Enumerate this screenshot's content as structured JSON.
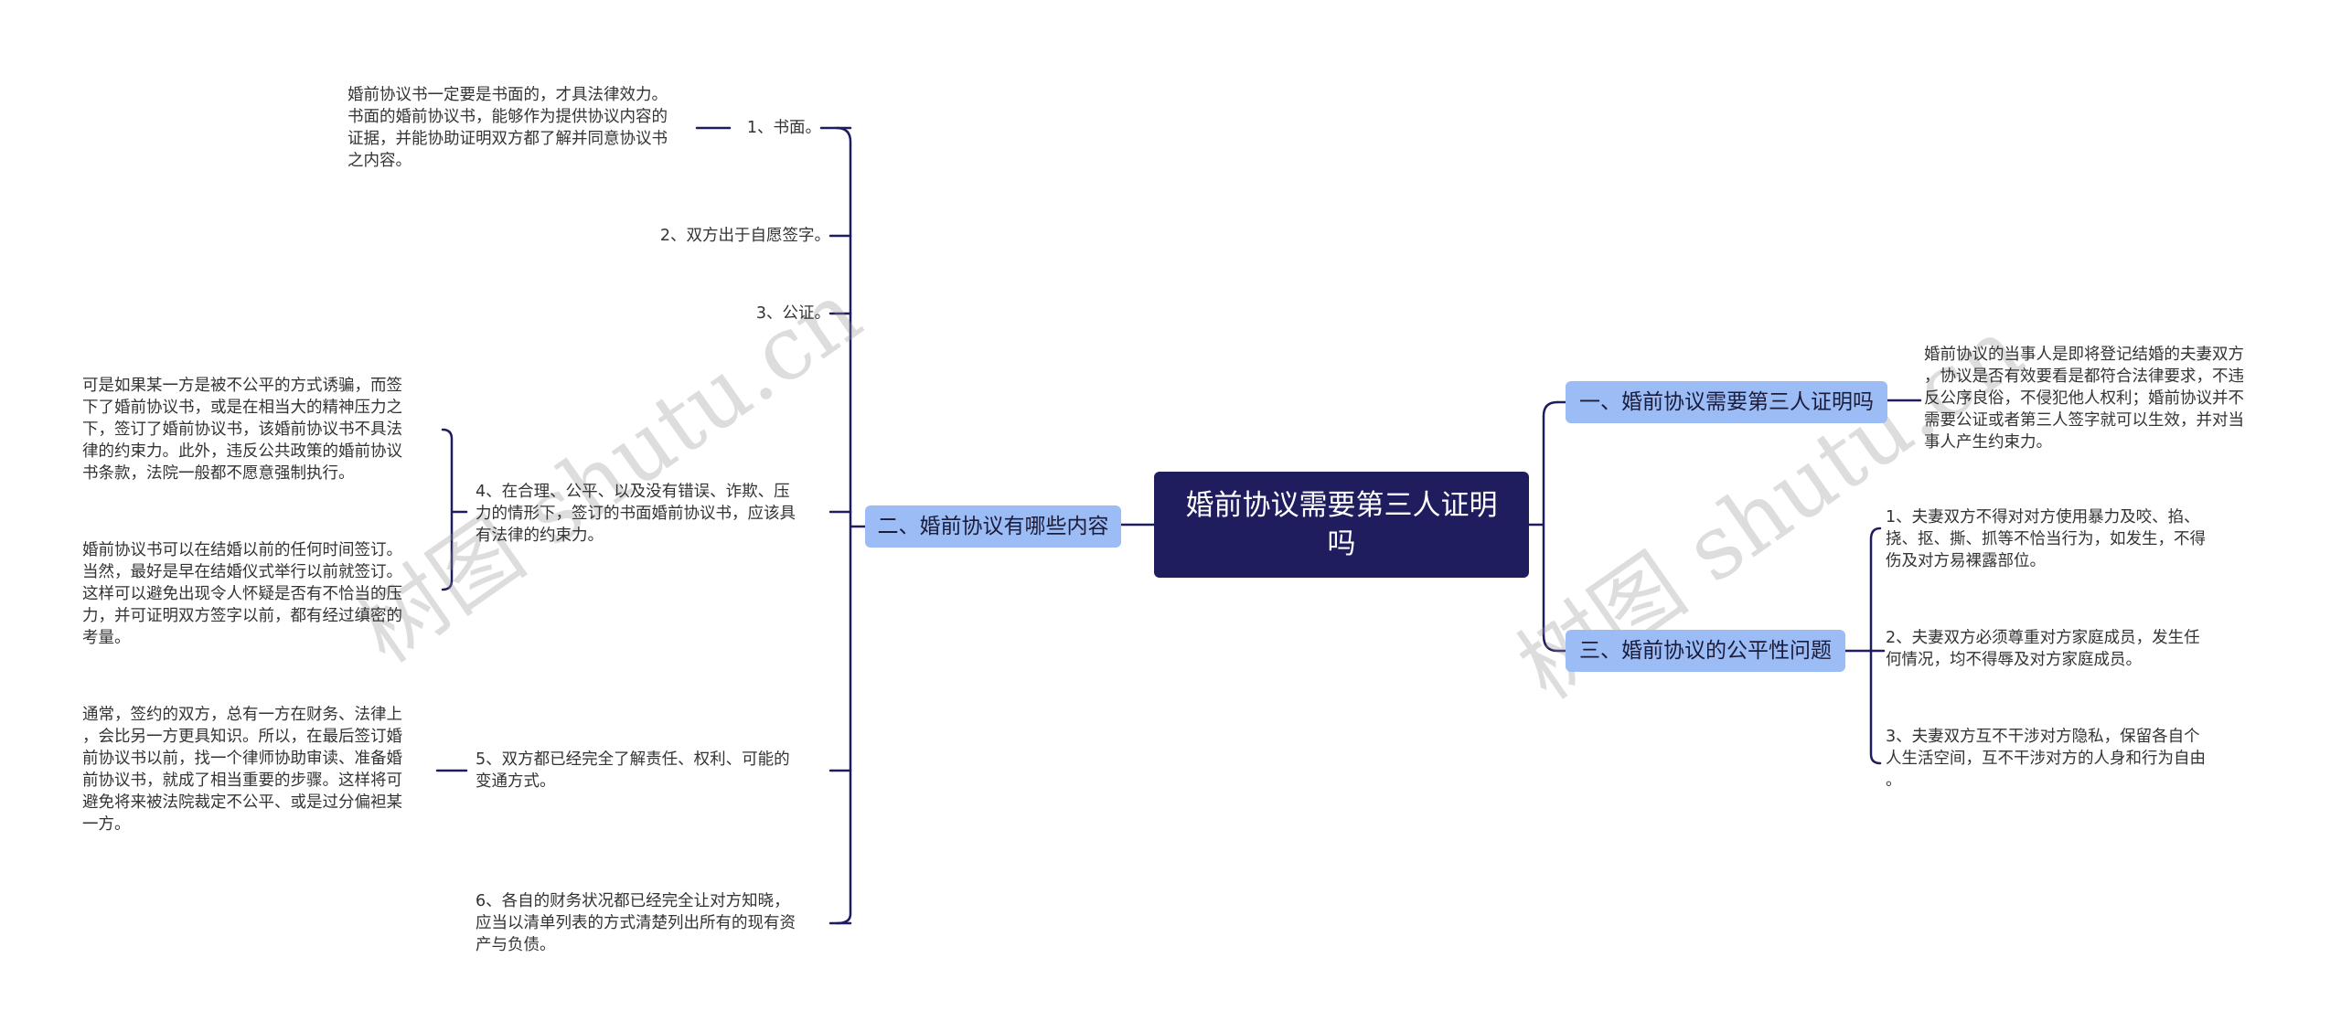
{
  "watermarks": [
    "树图 shutu.cn",
    "树图 shutu.cn"
  ],
  "root": {
    "line1": "婚前协议需要第三人证明",
    "line2": "吗"
  },
  "branches": {
    "left": "二、婚前协议有哪些内容",
    "right_top": "一、婚前协议需要第三人证明吗",
    "right_bottom": "三、婚前协议的公平性问题"
  },
  "left_items": [
    {
      "label": "1、书面。"
    },
    {
      "label": "2、双方出于自愿签字。"
    },
    {
      "label": "3、公证。"
    },
    {
      "label_lines": [
        "4、在合理、公平、以及没有错误、诈欺、压",
        "力的情形下，签订的书面婚前协议书，应该具",
        "有法律的约束力。"
      ]
    },
    {
      "label_lines": [
        "5、双方都已经完全了解责任、权利、可能的",
        "变通方式。"
      ]
    },
    {
      "label_lines": [
        "6、各自的财务状况都已经完全让对方知晓，",
        "应当以清单列表的方式清楚列出所有的现有资",
        "产与负债。"
      ]
    }
  ],
  "left_details": {
    "item1": [
      "婚前协议书一定要是书面的，才具法律效力。",
      "书面的婚前协议书，能够作为提供协议内容的",
      "证据，并能协助证明双方都了解并同意协议书",
      "之内容。"
    ],
    "item4a": [
      "可是如果某一方是被不公平的方式诱骗，而签",
      "下了婚前协议书，或是在相当大的精神压力之",
      "下，签订了婚前协议书，该婚前协议书不具法",
      "律的约束力。此外，违反公共政策的婚前协议",
      "书条款，法院一般都不愿意强制执行。"
    ],
    "item4b": [
      "婚前协议书可以在结婚以前的任何时间签订。",
      "当然，最好是早在结婚仪式举行以前就签订。",
      "这样可以避免出现令人怀疑是否有不恰当的压",
      "力，并可证明双方签字以前，都有经过缜密的",
      "考量。"
    ],
    "item5": [
      "通常，签约的双方，总有一方在财务、法律上",
      "，会比另一方更具知识。所以，在最后签订婚",
      "前协议书以前，找一个律师协助审读、准备婚",
      "前协议书，就成了相当重要的步骤。这样将可",
      "避免将来被法院裁定不公平、或是过分偏袒某",
      "一方。"
    ]
  },
  "right_top_detail": [
    "婚前协议的当事人是即将登记结婚的夫妻双方",
    "，协议是否有效要看是都符合法律要求，不违",
    "反公序良俗，不侵犯他人权利；婚前协议并不",
    "需要公证或者第三人签字就可以生效，并对当",
    "事人产生约束力。"
  ],
  "right_bottom_items": [
    [
      "1、夫妻双方不得对对方使用暴力及咬、掐、",
      "挠、抠、撕、抓等不恰当行为，如发生，不得",
      "伤及对方易裸露部位。"
    ],
    [
      "2、夫妻双方必须尊重对方家庭成员，发生任",
      "何情况，均不得辱及对方家庭成员。"
    ],
    [
      "3、夫妻双方互不干涉对方隐私，保留各自个",
      "人生活空间，互不干涉对方的人身和行为自由",
      "。"
    ]
  ],
  "colors": {
    "root_bg": "#1f1d5e",
    "branch_bg": "#9cbcf6",
    "connector": "#1f1d5e",
    "text": "#333333"
  }
}
